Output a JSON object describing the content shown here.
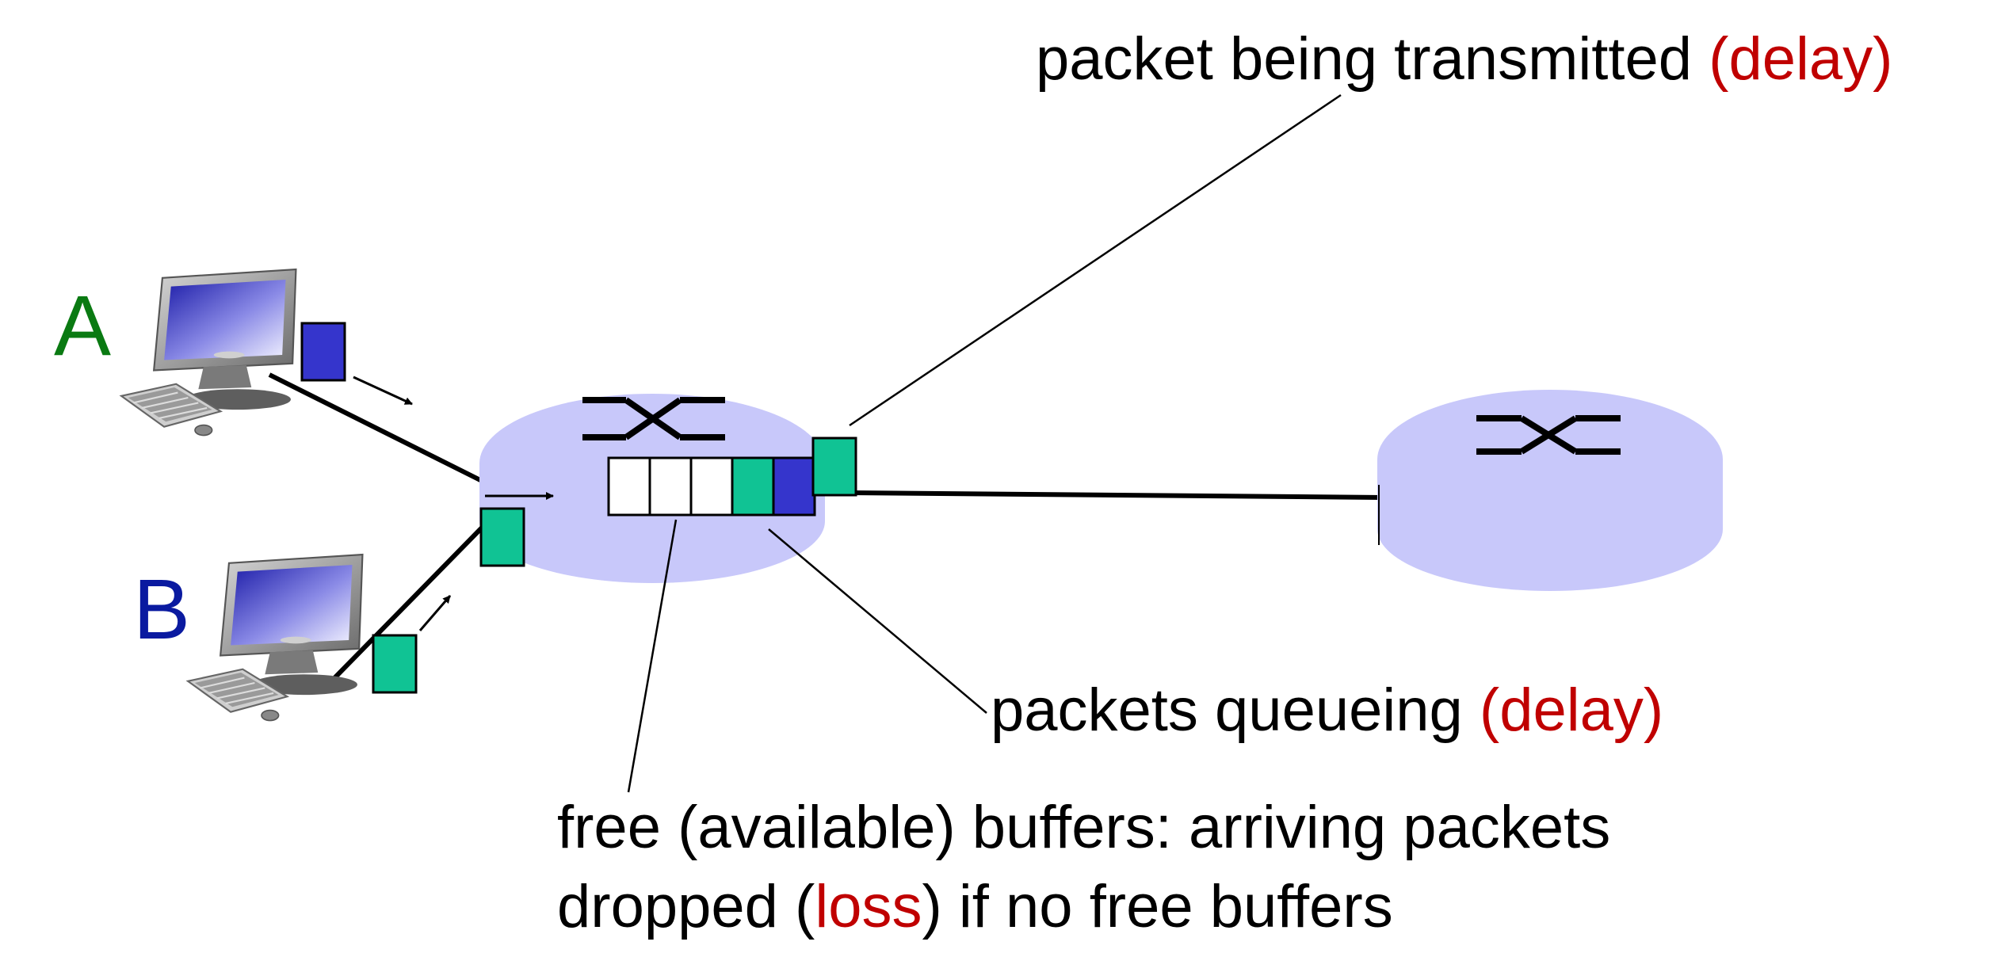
{
  "hosts": {
    "a": {
      "label": "A",
      "color": "#0a7a12"
    },
    "b": {
      "label": "B",
      "color": "#0a1aa0"
    }
  },
  "annotations": {
    "transmitted": {
      "text": "packet being transmitted ",
      "accent": "(delay)"
    },
    "queueing": {
      "text": "packets queueing ",
      "accent": "(delay)"
    },
    "buffers": {
      "line1": "free (available) buffers: arriving packets",
      "line2_before": "dropped (",
      "line2_accent": "loss",
      "line2_after": ") if no free buffers"
    }
  },
  "colors": {
    "accent": "#c00000",
    "router_fill": "#c8c8fa",
    "packet_teal": "#10c394",
    "packet_blue": "#3535cc",
    "line": "#000000"
  },
  "icons": [
    "desktop-computer-icon",
    "router-icon",
    "packet-icon",
    "arrow-icon"
  ]
}
